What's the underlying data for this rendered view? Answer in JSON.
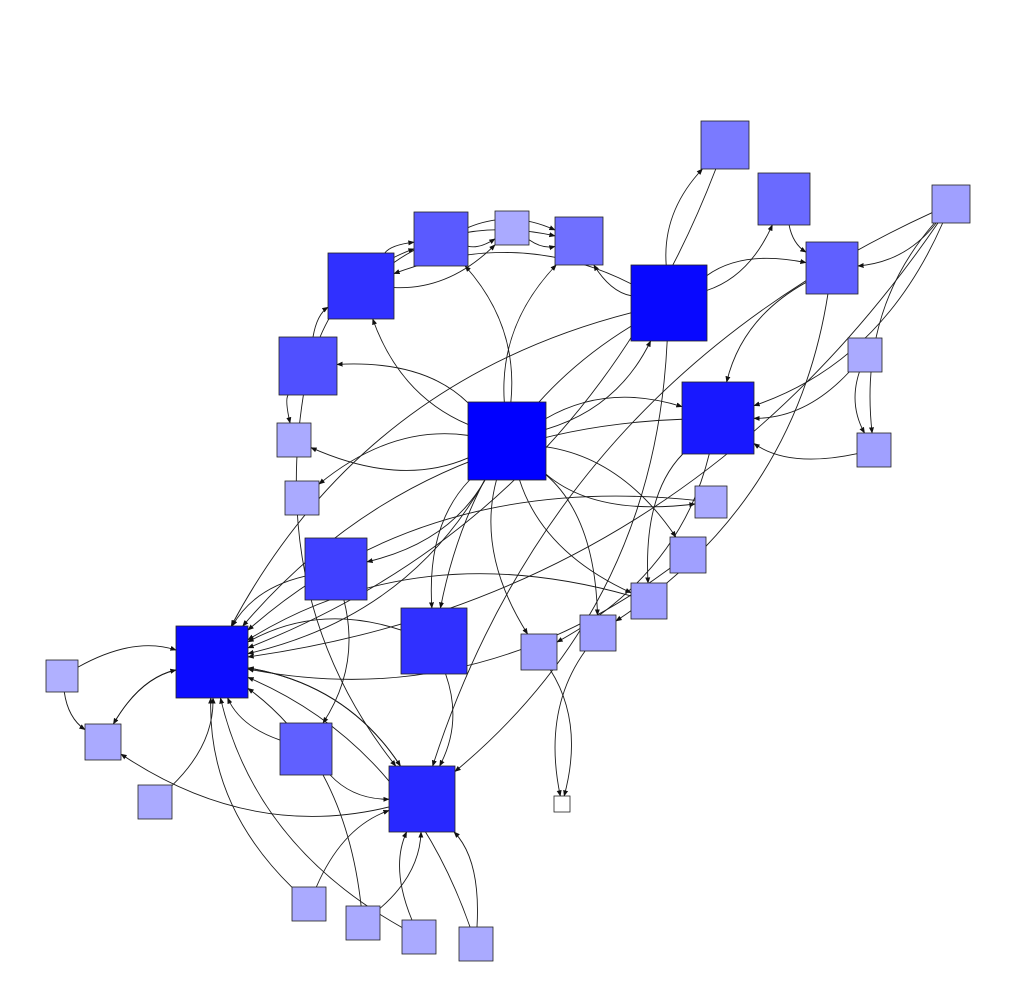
{
  "diagram": {
    "type": "directed-network",
    "node_shape": "square",
    "edge_color": "#1a1a1a",
    "nodes": [
      {
        "id": 1,
        "color": "#7a7aff"
      },
      {
        "id": 2,
        "color": "#6a6aff"
      },
      {
        "id": 3,
        "color": "#a0a0ff"
      },
      {
        "id": 4,
        "color": "#5a5aff"
      },
      {
        "id": 5,
        "color": "#aaaaff"
      },
      {
        "id": 6,
        "color": "#7070ff"
      },
      {
        "id": 7,
        "color": "#6060ff"
      },
      {
        "id": 8,
        "color": "#3030ff"
      },
      {
        "id": 9,
        "color": "#0808ff"
      },
      {
        "id": 10,
        "color": "#5050ff"
      },
      {
        "id": 11,
        "color": "#aaaaff"
      },
      {
        "id": 12,
        "color": "#1818ff"
      },
      {
        "id": 13,
        "color": "#0000ff"
      },
      {
        "id": 14,
        "color": "#aaaaff"
      },
      {
        "id": 15,
        "color": "#a0a0ff"
      },
      {
        "id": 16,
        "color": "#aaaaff"
      },
      {
        "id": 17,
        "color": "#aaaaff"
      },
      {
        "id": 18,
        "color": "#4040ff"
      },
      {
        "id": 19,
        "color": "#a0a0ff"
      },
      {
        "id": 20,
        "color": "#a0a0ff"
      },
      {
        "id": 21,
        "color": "#3030ff"
      },
      {
        "id": 22,
        "color": "#a0a0ff"
      },
      {
        "id": 23,
        "color": "#a0a0ff"
      },
      {
        "id": 24,
        "color": "#0c0cff"
      },
      {
        "id": 25,
        "color": "#b0b0ff"
      },
      {
        "id": 26,
        "color": "#aaaaff"
      },
      {
        "id": 27,
        "color": "#6060ff"
      },
      {
        "id": 28,
        "color": "#2828ff"
      },
      {
        "id": 29,
        "color": "#ffffff"
      },
      {
        "id": 30,
        "color": "#aaaaff"
      },
      {
        "id": 31,
        "color": "#aaaaff"
      },
      {
        "id": 32,
        "color": "#aaaaff"
      },
      {
        "id": 33,
        "color": "#aaaaff"
      },
      {
        "id": 34,
        "color": "#aaaaff"
      }
    ],
    "edges": [
      [
        13,
        8
      ],
      [
        13,
        4
      ],
      [
        13,
        6
      ],
      [
        13,
        9
      ],
      [
        13,
        12
      ],
      [
        13,
        10
      ],
      [
        13,
        14
      ],
      [
        13,
        16
      ],
      [
        13,
        18
      ],
      [
        13,
        21
      ],
      [
        13,
        24
      ],
      [
        13,
        20
      ],
      [
        13,
        19
      ],
      [
        13,
        17
      ],
      [
        13,
        22
      ],
      [
        13,
        23
      ],
      [
        9,
        1
      ],
      [
        9,
        2
      ],
      [
        9,
        7
      ],
      [
        9,
        8
      ],
      [
        9,
        6
      ],
      [
        9,
        24
      ],
      [
        9,
        28
      ],
      [
        9,
        21
      ],
      [
        3,
        7
      ],
      [
        3,
        15
      ],
      [
        3,
        24
      ],
      [
        3,
        28
      ],
      [
        3,
        12
      ],
      [
        11,
        15
      ],
      [
        11,
        12
      ],
      [
        7,
        12
      ],
      [
        7,
        22
      ],
      [
        12,
        24
      ],
      [
        12,
        23
      ],
      [
        12,
        20
      ],
      [
        15,
        12
      ],
      [
        10,
        14
      ],
      [
        10,
        4
      ],
      [
        10,
        28
      ],
      [
        8,
        4
      ],
      [
        8,
        5
      ],
      [
        8,
        6
      ],
      [
        4,
        5
      ],
      [
        4,
        6
      ],
      [
        5,
        6
      ],
      [
        10,
        8
      ],
      [
        24,
        26
      ],
      [
        25,
        24
      ],
      [
        25,
        26
      ],
      [
        26,
        24
      ],
      [
        30,
        24
      ],
      [
        31,
        24
      ],
      [
        32,
        24
      ],
      [
        33,
        24
      ],
      [
        34,
        24
      ],
      [
        31,
        28
      ],
      [
        32,
        28
      ],
      [
        33,
        28
      ],
      [
        34,
        28
      ],
      [
        27,
        24
      ],
      [
        28,
        24
      ],
      [
        24,
        28
      ],
      [
        21,
        24
      ],
      [
        21,
        28
      ],
      [
        18,
        24
      ],
      [
        18,
        27
      ],
      [
        22,
        29
      ],
      [
        23,
        29
      ],
      [
        2,
        7
      ],
      [
        1,
        24
      ],
      [
        17,
        24
      ],
      [
        19,
        24
      ],
      [
        20,
        24
      ],
      [
        28,
        26
      ],
      [
        27,
        28
      ]
    ]
  }
}
